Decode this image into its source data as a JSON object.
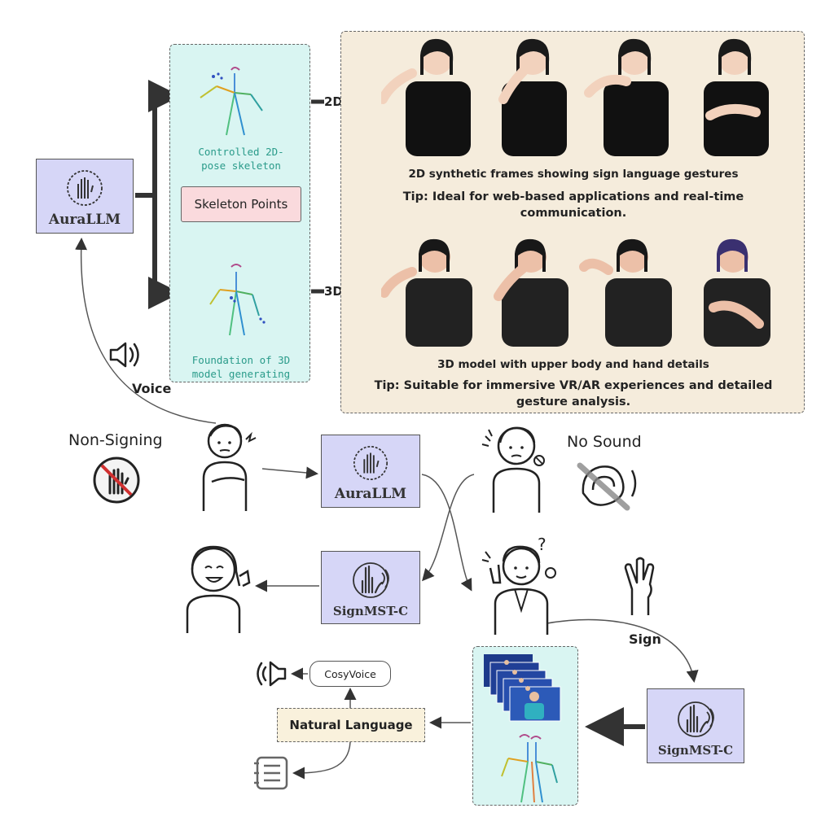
{
  "top_module": {
    "auralmm_label": "AuraLLM",
    "skeleton_2d_caption": "Controlled 2D-\npose skeleton",
    "skeleton_points_label": "Skeleton Points",
    "skeleton_3d_caption": "Foundation of 3D\nmodel generating",
    "arrow_2d_label": "2D",
    "arrow_3d_label": "3D",
    "caption_2d": "2D synthetic frames showing sign language gestures",
    "tip_2d": "Tip: Ideal for web-based applications and real-time communication.",
    "caption_3d": "3D model with upper body and hand details",
    "tip_3d": "Tip: Suitable for immersive VR/AR experiences and detailed gesture analysis."
  },
  "bottom_module": {
    "voice_label": "Voice",
    "non_signing_label": "Non-Signing",
    "no_sound_label": "No Sound",
    "auralmm_label": "AuraLLM",
    "signmst_left_label": "SignMST-C",
    "signmst_right_label": "SignMST-C",
    "sign_label": "Sign",
    "cosyvoice_label": "CosyVoice",
    "natural_language_label": "Natural Language"
  },
  "colors": {
    "llm_box": "#d6d6f7",
    "teal_panel": "#d9f5f2",
    "tan_panel": "#f5ecdc",
    "skeleton_points_box": "#fadadd",
    "natural_language_box": "#f9f1dc",
    "teal_text": "#2a9b8a"
  }
}
